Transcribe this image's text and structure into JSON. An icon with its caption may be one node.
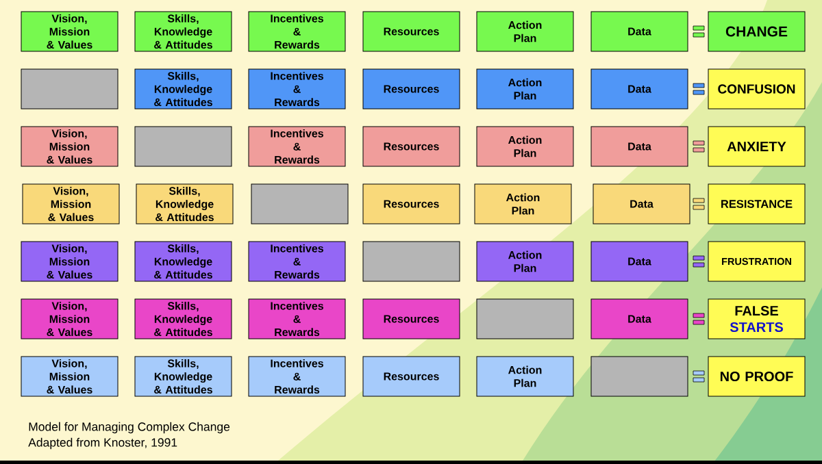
{
  "diagram": {
    "nodes": [
      {
        "text": [
          "Vision, Mission & Values"
        ]
      },
      {
        "text": [
          "Skills, Knowledge & Attitudes"
        ]
      },
      {
        "text": [
          "Incentives & Rewards"
        ]
      },
      {
        "text": [
          "Resources"
        ]
      },
      {
        "text": [
          "Action Plan"
        ]
      },
      {
        "text": [
          "Data"
        ]
      },
      {
        "text": [
          "CHANGE"
        ]
      },
      {
        "text": [],
        "shape": "box"
      },
      {
        "text": [
          "Skills, Knowledge & Attitudes"
        ]
      },
      {
        "text": [
          "Incentives & Rewards"
        ]
      },
      {
        "text": [
          "Resources"
        ]
      },
      {
        "text": [
          "Action Plan"
        ]
      },
      {
        "text": [
          "Data"
        ]
      },
      {
        "text": [
          "CONFUSION"
        ]
      },
      {
        "text": [
          "Vision, Mission & Values"
        ]
      },
      {
        "text": [],
        "shape": "box"
      },
      {
        "text": [
          "Incentives & Rewards"
        ]
      },
      {
        "text": [
          "Resources"
        ]
      },
      {
        "text": [
          "Action Plan"
        ]
      },
      {
        "text": [
          "Data"
        ]
      },
      {
        "text": [
          "ANXIETY"
        ]
      },
      {
        "text": [
          "Vision, Mission & Values"
        ]
      },
      {
        "text": [
          "Skills, Knowledge & Attitudes"
        ]
      },
      {
        "text": [],
        "shape": "box"
      },
      {
        "text": [
          "Resources"
        ]
      },
      {
        "text": [
          "Action Plan"
        ]
      },
      {
        "text": [
          "Data"
        ]
      },
      {
        "text": [
          "RESISTANCE"
        ]
      },
      {
        "text": [
          "Vision, Mission & Values"
        ]
      },
      {
        "text": [
          "Skills, Knowledge & Attitudes"
        ]
      },
      {
        "text": [
          "Incentives & Rewards"
        ]
      },
      {
        "text": [],
        "shape": "box"
      },
      {
        "text": [
          "Action Plan"
        ]
      },
      {
        "text": [
          "Data"
        ]
      },
      {
        "text": [
          "FRUSTRATION"
        ]
      },
      {
        "text": [
          "Vision, Mission & Values"
        ]
      },
      {
        "text": [
          "Skills, Knowledge & Attitudes"
        ]
      },
      {
        "text": [
          "Incentives & Rewards"
        ]
      },
      {
        "text": [
          "Resources"
        ]
      },
      {
        "text": [],
        "shape": "box"
      },
      {
        "text": [
          "Data"
        ]
      },
      {
        "text": [
          "FALSE",
          "STARTS"
        ]
      },
      {
        "text": [
          "Vision, Mission & Values"
        ]
      },
      {
        "text": [
          "Skills, Knowledge & Attitudes"
        ]
      },
      {
        "text": [
          "Incentives & Rewards"
        ]
      },
      {
        "text": [
          "Resources"
        ]
      },
      {
        "text": [
          "Action Plan"
        ]
      },
      {
        "text": [],
        "shape": "box"
      },
      {
        "text": [
          "NO PROOF"
        ]
      }
    ],
    "labels": [
      "Model for Managing Complex Change",
      "Adapted from Knoster, 1991"
    ]
  }
}
